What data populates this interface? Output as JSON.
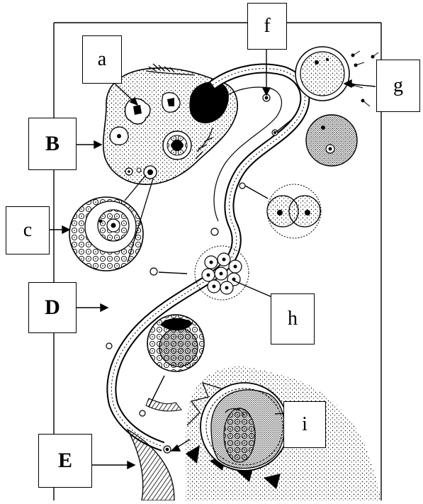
{
  "diagram": {
    "title": "",
    "labels": {
      "a": "a",
      "B": "B",
      "c": "c",
      "D": "D",
      "E": "E",
      "f": "f",
      "g": "g",
      "h": "h",
      "i": "i"
    },
    "colors": {
      "ink": "#000000",
      "paper": "#ffffff"
    }
  }
}
